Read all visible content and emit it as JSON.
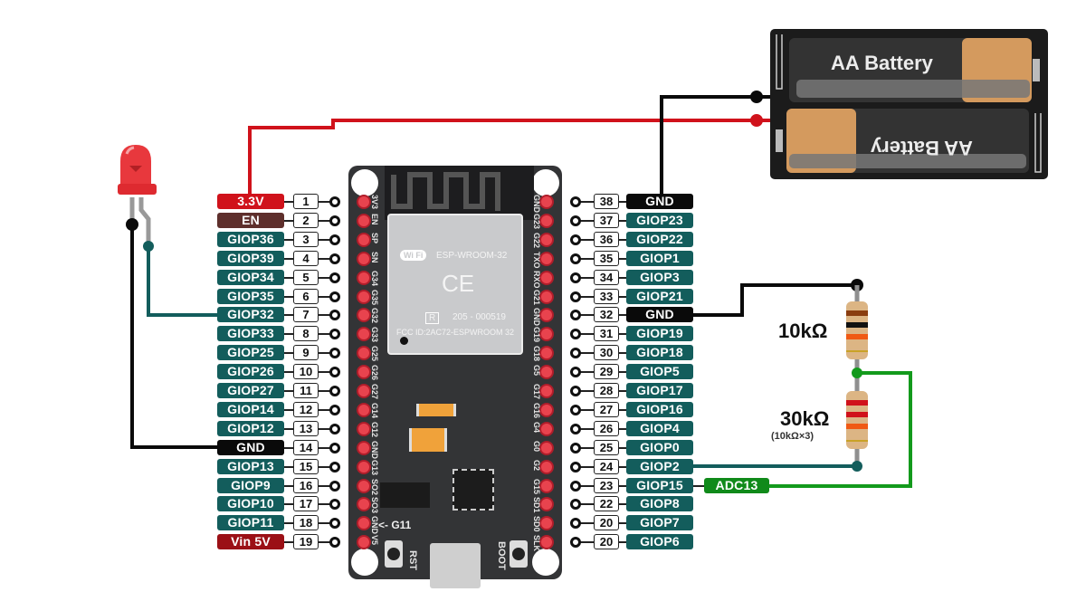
{
  "board": {
    "module_name": "ESP-WROOM-32",
    "module_cert": "205 - 000519",
    "module_fcc": "FCC ID:2AC72-ESPWROOM 32",
    "ce_mark": "CE",
    "wifi_logo": "Wi Fi",
    "r_mark": "R",
    "button_rst": "RST",
    "button_boot": "BOOT",
    "g11_note": "<- G11",
    "left_silk": [
      "3V3",
      "EN",
      "SP",
      "SN",
      "G34",
      "G35",
      "G32",
      "G33",
      "G25",
      "G26",
      "G27",
      "G14",
      "G12",
      "GND",
      "G13",
      "SO2",
      "SO3",
      "GND",
      "V5"
    ],
    "right_silk": [
      "GND",
      "G23",
      "G22",
      "TXO",
      "RXO",
      "G21",
      "GND",
      "G19",
      "G18",
      "G5",
      "G17",
      "G16",
      "G4",
      "G0",
      "G2",
      "G15",
      "SD1",
      "SD0",
      "SLK"
    ]
  },
  "left_pins": [
    {
      "num": "1",
      "label": "3.3V",
      "color": "#d0121b"
    },
    {
      "num": "2",
      "label": "EN",
      "color": "#5e2f2c"
    },
    {
      "num": "3",
      "label": "GIOP36",
      "color": "#135d5c"
    },
    {
      "num": "4",
      "label": "GIOP39",
      "color": "#135d5c"
    },
    {
      "num": "5",
      "label": "GIOP34",
      "color": "#135d5c"
    },
    {
      "num": "6",
      "label": "GIOP35",
      "color": "#135d5c"
    },
    {
      "num": "7",
      "label": "GIOP32",
      "color": "#135d5c"
    },
    {
      "num": "8",
      "label": "GIOP33",
      "color": "#135d5c"
    },
    {
      "num": "9",
      "label": "GIOP25",
      "color": "#135d5c"
    },
    {
      "num": "10",
      "label": "GIOP26",
      "color": "#135d5c"
    },
    {
      "num": "11",
      "label": "GIOP27",
      "color": "#135d5c"
    },
    {
      "num": "12",
      "label": "GIOP14",
      "color": "#135d5c"
    },
    {
      "num": "13",
      "label": "GIOP12",
      "color": "#135d5c"
    },
    {
      "num": "14",
      "label": "GND",
      "color": "#0a0a0a"
    },
    {
      "num": "15",
      "label": "GIOP13",
      "color": "#135d5c"
    },
    {
      "num": "16",
      "label": "GIOP9",
      "color": "#135d5c"
    },
    {
      "num": "17",
      "label": "GIOP10",
      "color": "#135d5c"
    },
    {
      "num": "18",
      "label": "GIOP11",
      "color": "#135d5c"
    },
    {
      "num": "19",
      "label": "Vin 5V",
      "color": "#9b1016"
    }
  ],
  "right_pins": [
    {
      "num": "38",
      "label": "GND",
      "color": "#0a0a0a"
    },
    {
      "num": "37",
      "label": "GIOP23",
      "color": "#135d5c"
    },
    {
      "num": "36",
      "label": "GIOP22",
      "color": "#135d5c"
    },
    {
      "num": "35",
      "label": "GIOP1",
      "color": "#135d5c"
    },
    {
      "num": "34",
      "label": "GIOP3",
      "color": "#135d5c"
    },
    {
      "num": "33",
      "label": "GIOP21",
      "color": "#135d5c"
    },
    {
      "num": "32",
      "label": "GND",
      "color": "#0a0a0a"
    },
    {
      "num": "31",
      "label": "GIOP19",
      "color": "#135d5c"
    },
    {
      "num": "30",
      "label": "GIOP18",
      "color": "#135d5c"
    },
    {
      "num": "29",
      "label": "GIOP5",
      "color": "#135d5c"
    },
    {
      "num": "28",
      "label": "GIOP17",
      "color": "#135d5c"
    },
    {
      "num": "27",
      "label": "GIOP16",
      "color": "#135d5c"
    },
    {
      "num": "26",
      "label": "GIOP4",
      "color": "#135d5c"
    },
    {
      "num": "25",
      "label": "GIOP0",
      "color": "#135d5c"
    },
    {
      "num": "24",
      "label": "GIOP2",
      "color": "#135d5c"
    },
    {
      "num": "23",
      "label": "GIOP15",
      "color": "#135d5c"
    },
    {
      "num": "22",
      "label": "GIOP8",
      "color": "#135d5c"
    },
    {
      "num": "20",
      "label": "GIOP7",
      "color": "#135d5c"
    },
    {
      "num": "20",
      "label": "GIOP6",
      "color": "#135d5c"
    }
  ],
  "adc_label": "ADC13",
  "battery": {
    "label_top": "AA Battery",
    "label_bottom": "AA Battery"
  },
  "resistors": {
    "r1_label": "10kΩ",
    "r2_label": "30kΩ",
    "r2_note": "(10kΩ×3)"
  },
  "colors": {
    "wire_red": "#d0121b",
    "wire_black": "#0a0a0a",
    "wire_teal": "#135d5c",
    "wire_green": "#139a1c",
    "adc_green": "#108a1a",
    "led_red": "#e8383d"
  }
}
